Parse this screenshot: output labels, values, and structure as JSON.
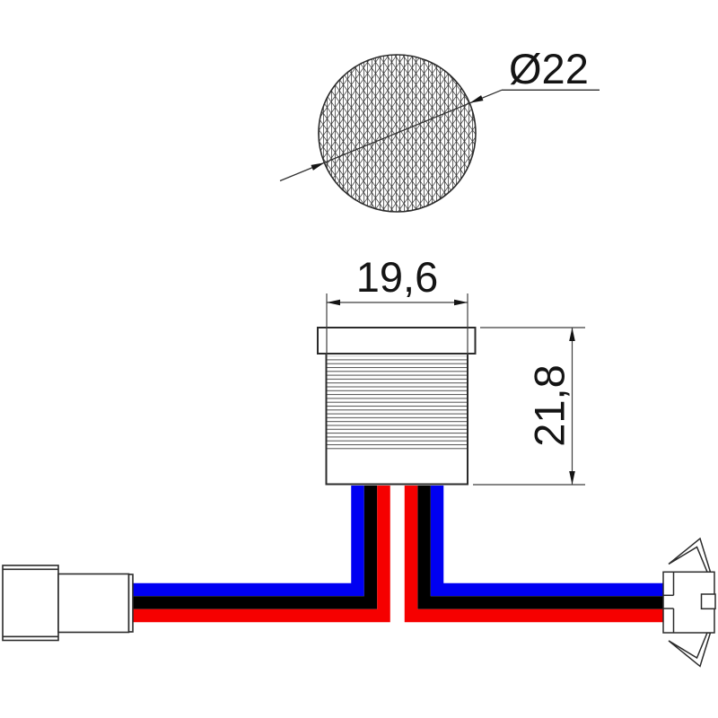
{
  "drawing": {
    "dimensions": {
      "diameter": "Ø22",
      "width": "19,6",
      "height": "21,8"
    },
    "wire_colors_top_to_bottom": [
      "blue",
      "black",
      "red"
    ],
    "palette": {
      "background": "#ffffff",
      "outline": "#2b2b2b",
      "dim_line": "#3f3f3f",
      "text": "#141414",
      "wire_blue": "#0000f2",
      "wire_black": "#000000",
      "wire_red": "#f60000"
    }
  }
}
